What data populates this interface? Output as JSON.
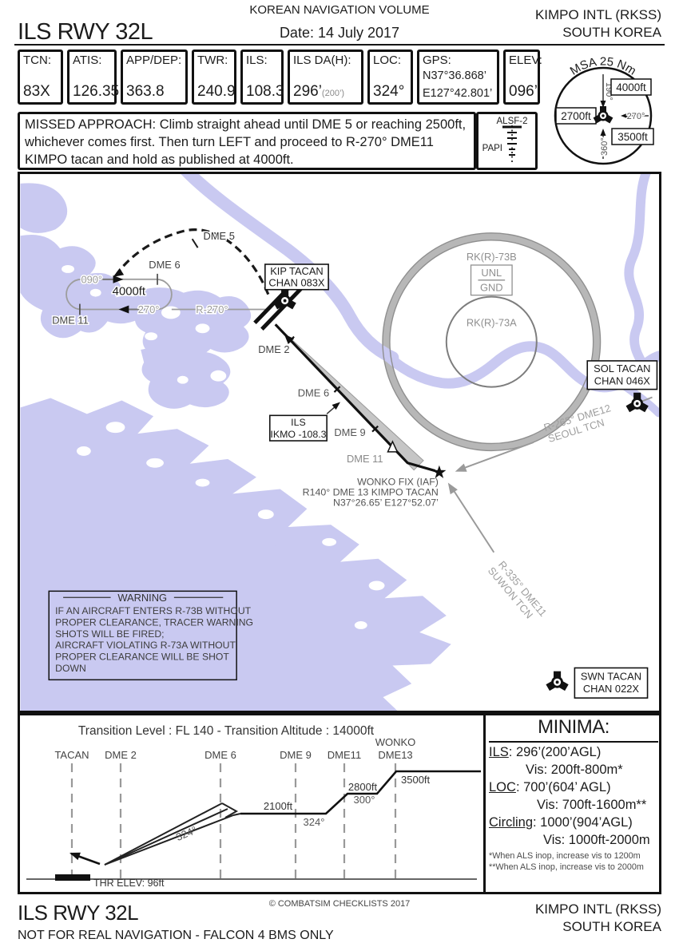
{
  "header": {
    "volume": "KOREAN NAVIGATION VOLUME",
    "date": "Date: 14 July 2017",
    "airport": "KIMPO INTL (RKSS)",
    "country": "SOUTH KOREA",
    "procedure": "ILS RWY 32L"
  },
  "strip": [
    {
      "label": "TCN:",
      "value": "83X"
    },
    {
      "label": "ATIS:",
      "value": "126.35"
    },
    {
      "label": "APP/DEP:",
      "value": "363.8"
    },
    {
      "label": "TWR:",
      "value": "240.9"
    },
    {
      "label": "ILS:",
      "value": "108.3"
    },
    {
      "label": "ILS DA(H):",
      "value": "296’",
      "value_sub": "(200’)"
    },
    {
      "label": "LOC:",
      "value": "324°"
    },
    {
      "label": "GPS:",
      "value": "N37°36.868’",
      "value2": "E127°42.801’"
    },
    {
      "label": "ELEV:",
      "value": "096’"
    }
  ],
  "missed_approach": "MISSED APPROACH: Climb straight ahead until DME 5 or reaching 2500ft, whichever comes first. Then turn LEFT and proceed to R-270° DME11 KIMPO tacan and hold as published at 4000ft.",
  "lighting": {
    "alsf": "ALSF-2",
    "papi": "PAPI"
  },
  "msa": {
    "title": "MSA 25 Nm",
    "sector_190": "190°",
    "sector_270": "270°",
    "sector_360": "360°",
    "alt_ne": "4000ft",
    "alt_w": "2700ft",
    "alt_se": "3500ft"
  },
  "map": {
    "holding": {
      "inbound": "090°",
      "outbound": "270°",
      "altitude": "4000ft",
      "dme6": "DME 6",
      "dme11": "DME 11",
      "radial": "R-270°"
    },
    "dme5": "DME 5",
    "kip_tacan": {
      "line1": "KIP TACAN",
      "line2": "CHAN 083X"
    },
    "approach": {
      "dme2": "DME 2",
      "dme6": "DME 6",
      "dme9": "DME 9",
      "dme11": "DME 11"
    },
    "ils_box": {
      "line1": "ILS",
      "line2": "IKMO -108.3"
    },
    "wonko": {
      "line1": "WONKO FIX (IAF)",
      "line2": "R140° DME 13 KIMPO TACAN",
      "line3": "N37°26.65’ E127°52.07’"
    },
    "restricted": {
      "outer": "RK(R)-73B",
      "upper": "UNL",
      "lower": "GND",
      "inner": "RK(R)-73A"
    },
    "sol_tacan": {
      "line1": "SOL TACAN",
      "line2": "CHAN 046X"
    },
    "swn_tacan": {
      "line1": "SWN TACAN",
      "line2": "CHAN 022X"
    },
    "seoul_radial": {
      "line1": "R-265° DME12",
      "line2": "SEOUL TCN"
    },
    "suwon_radial": {
      "line1": "R-335° DME11",
      "line2": "SUWON TCN"
    },
    "warning": {
      "title": "WARNING",
      "lines": [
        "IF AN AIRCRAFT ENTERS R-73B WITHOUT",
        "PROPER CLEARANCE, TRACER WARNING",
        "SHOTS WILL BE FIRED;",
        "AIRCRAFT VIOLATING R-73A WITHOUT",
        "PROPER CLEARANCE WILL BE SHOT",
        "DOWN"
      ]
    }
  },
  "profile": {
    "title": "Transition Level : FL 140  -  Transition Altitude : 14000ft",
    "fixes": [
      "TACAN",
      "DME 2",
      "DME 6",
      "DME 9",
      "DME11",
      "DME13"
    ],
    "wonko_label": "WONKO",
    "alt_3500": "3500ft",
    "alt_2800": "2800ft",
    "crs_300": "300°",
    "alt_2100": "2100ft",
    "crs_324_level": "324°",
    "crs_324_slope": "324°",
    "thr_elev": "THR ELEV: 96ft"
  },
  "minima": {
    "title": "MINIMA:",
    "rows": [
      {
        "label": "ILS",
        "value": ": 296’(200’AGL)",
        "vis": "Vis: 200ft-800m*"
      },
      {
        "label": "LOC",
        "value": ": 700’(604’ AGL)",
        "vis": "Vis: 700ft-1600m**"
      },
      {
        "label": "Circling",
        "value": ": 1000’(904’AGL)",
        "vis": "Vis: 1000ft-2000m"
      }
    ],
    "notes": [
      "*When ALS inop, increase vis to 1200m",
      "**When ALS inop, increase vis to 2000m"
    ]
  },
  "footer": {
    "procedure": "ILS RWY 32L",
    "disclaimer": "NOT FOR REAL NAVIGATION - FALCON 4 BMS ONLY",
    "copyright": "© COMBATSIM CHECKLISTS 2017",
    "airport": "KIMPO INTL (RKSS)",
    "country": "SOUTH KOREA"
  },
  "colors": {
    "water": "#c9c9f1",
    "ink": "#1c1c1c",
    "gray": "#9a9a9a",
    "ring": "#b7b7b7"
  }
}
